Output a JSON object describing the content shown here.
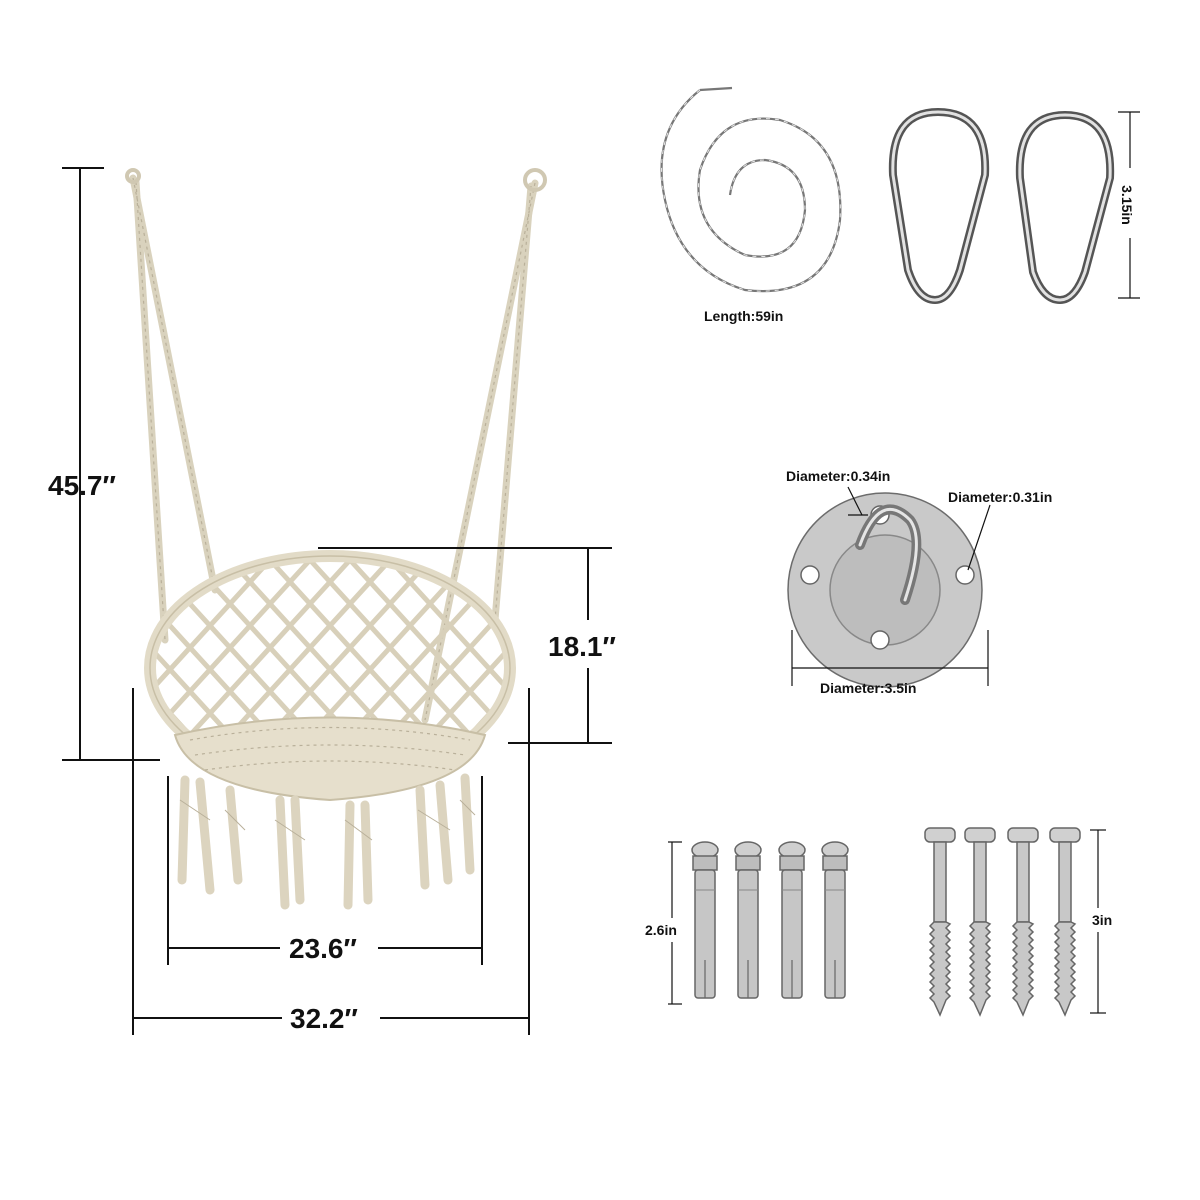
{
  "chair": {
    "height_label": "45.7″",
    "hoop_height_label": "18.1″",
    "seat_width_label": "23.6″",
    "overall_width_label": "32.2″"
  },
  "hardware": {
    "chain_label": "Length:59in",
    "carabiner_label": "3.15in",
    "mount_hook_label": "Diameter:0.34in",
    "mount_hole_label": "Diameter:0.31in",
    "mount_plate_label": "Diameter:3.5in",
    "anchor_label": "2.6in",
    "screw_label": "3in"
  },
  "colors": {
    "rope": "#d9d2bd",
    "metal": "#c9c9c9",
    "text": "#111111"
  }
}
